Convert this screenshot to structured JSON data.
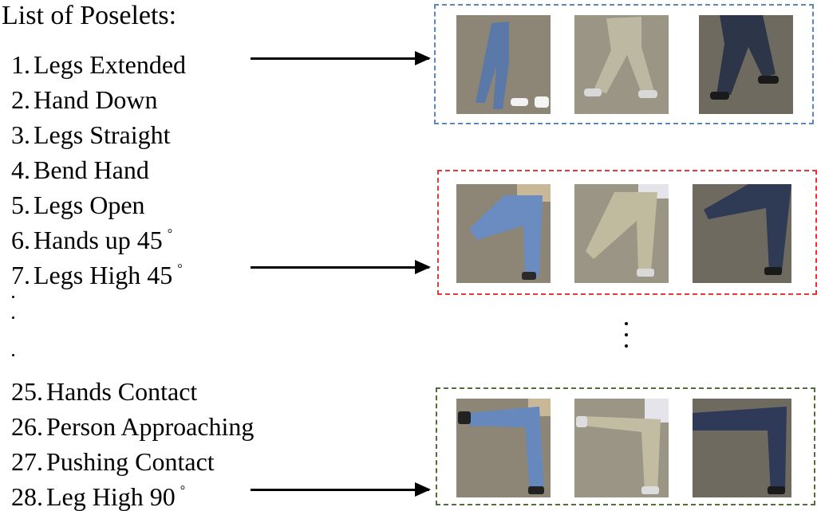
{
  "title": "List of Poselets:",
  "items_top": [
    {
      "num": "1.",
      "label": "Legs Extended",
      "deg": ""
    },
    {
      "num": "2.",
      "label": "Hand Down",
      "deg": ""
    },
    {
      "num": "3.",
      "label": "Legs Straight",
      "deg": ""
    },
    {
      "num": "4.",
      "label": "Bend Hand",
      "deg": ""
    },
    {
      "num": "5.",
      "label": "Legs Open",
      "deg": ""
    },
    {
      "num": "6.",
      "label": "Hands up 45",
      "deg": "°"
    },
    {
      "num": "7.",
      "label": "Legs High 45",
      "deg": "°"
    }
  ],
  "items_bottom": [
    {
      "num": "25.",
      "label": "Hands Contact",
      "deg": ""
    },
    {
      "num": "26.",
      "label": "Person Approaching",
      "deg": ""
    },
    {
      "num": "27.",
      "label": "Pushing Contact",
      "deg": ""
    },
    {
      "num": "28.",
      "label": "Leg High  90",
      "deg": "°"
    }
  ],
  "groups": [
    {
      "border_color": "#5b86b8",
      "thumbs": [
        {
          "bg": "#8d8676",
          "cloth": "#5a78a8",
          "shoe": "#f2f2f2"
        },
        {
          "bg": "#9a9584",
          "cloth": "#bdb8a2",
          "shoe": "#d8d8d8"
        },
        {
          "bg": "#6e6a60",
          "cloth": "#2c3648",
          "shoe": "#1a1a1a"
        }
      ]
    },
    {
      "border_color": "#e03a3a",
      "thumbs": [
        {
          "bg": "#8d8676",
          "cloth": "#6a8cc0",
          "shoe": "#2a2a2a"
        },
        {
          "bg": "#9a9584",
          "cloth": "#c0bb9f",
          "shoe": "#d8d8d8"
        },
        {
          "bg": "#6e6a60",
          "cloth": "#2f3a55",
          "shoe": "#1a1a1a"
        }
      ]
    },
    {
      "border_color": "#4e6e3a",
      "thumbs": [
        {
          "bg": "#8d8676",
          "cloth": "#6688bd",
          "shoe": "#222222"
        },
        {
          "bg": "#9a9584",
          "cloth": "#c2bca3",
          "shoe": "#dddddd"
        },
        {
          "bg": "#6e6a60",
          "cloth": "#2e3a58",
          "shoe": "#1a1a1a"
        }
      ]
    }
  ]
}
